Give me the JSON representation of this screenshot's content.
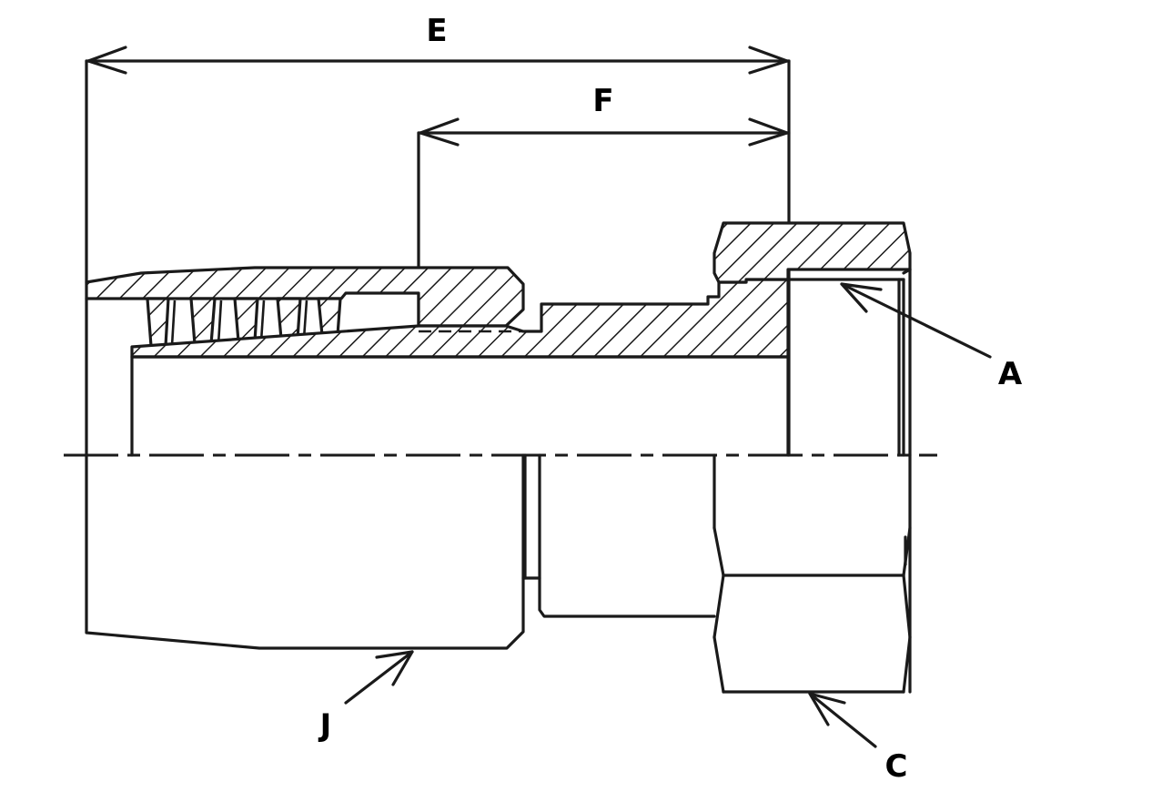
{
  "labels": {
    "E": "E",
    "F": "F",
    "A": "A",
    "J": "J",
    "C": "C"
  }
}
